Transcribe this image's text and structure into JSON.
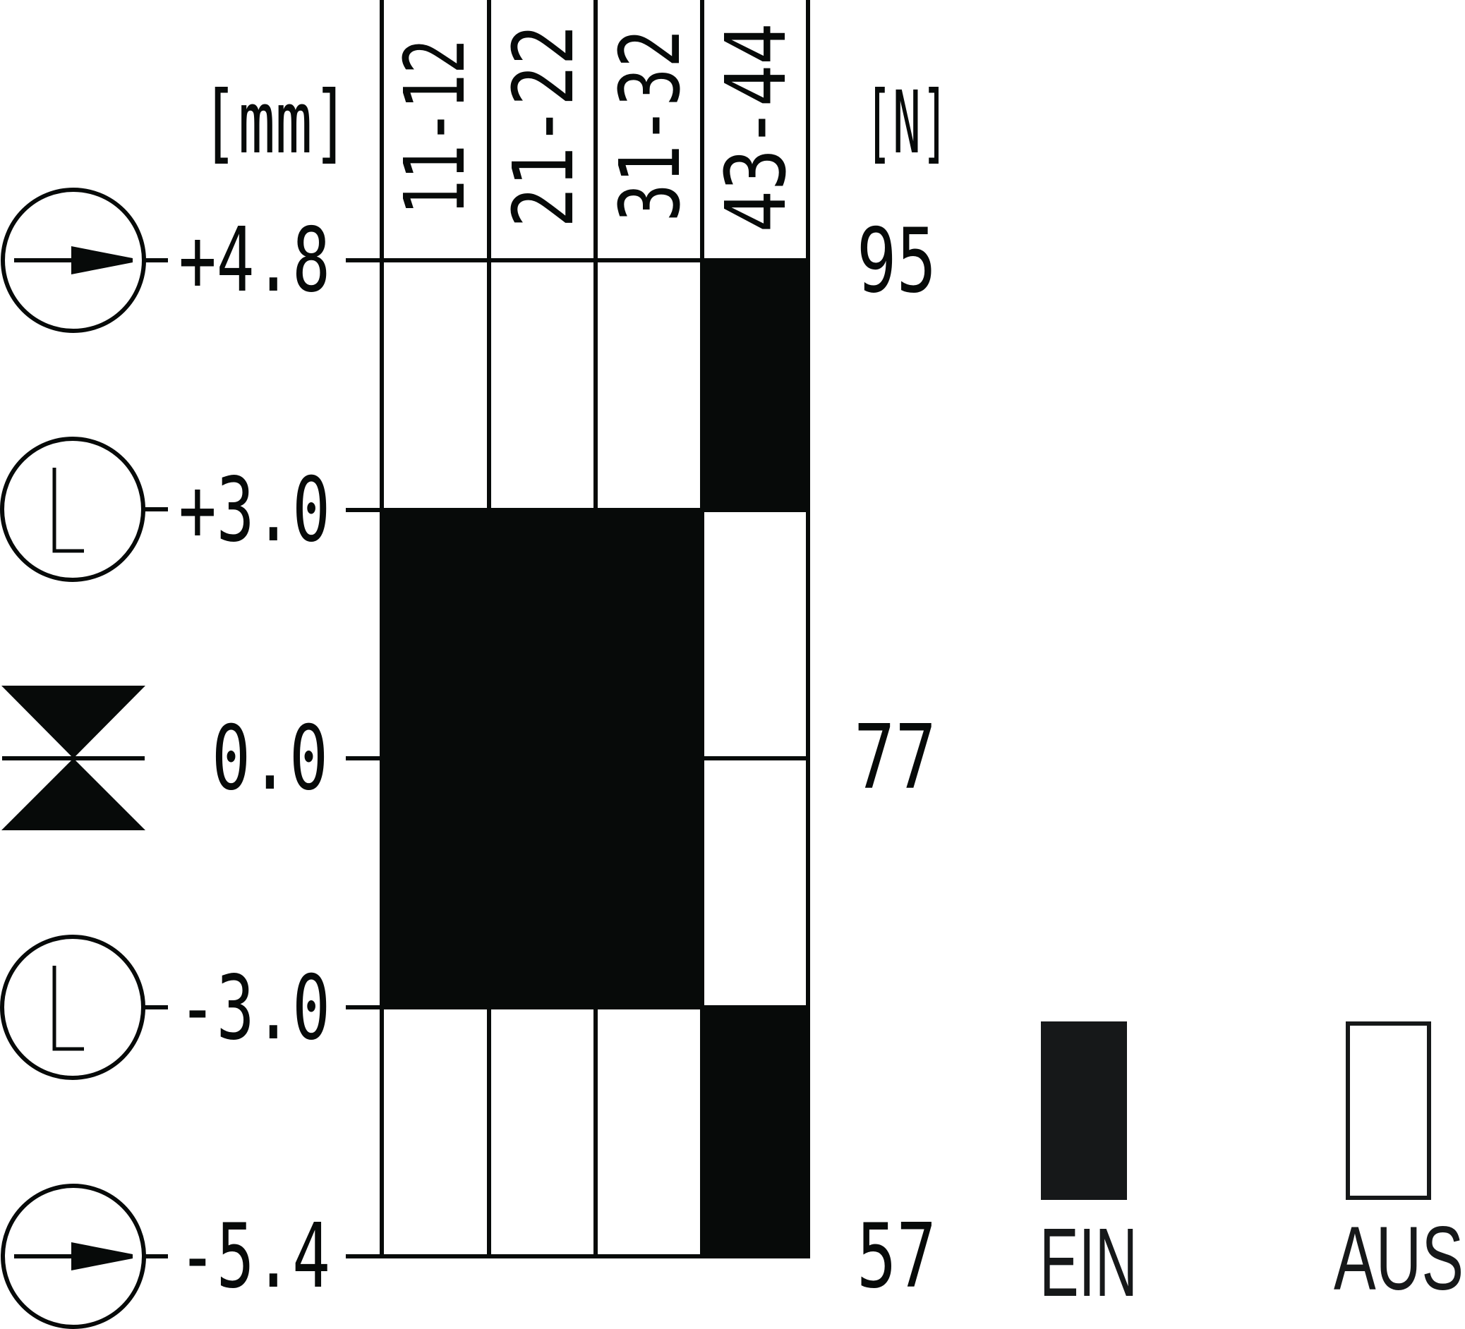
{
  "diagram": {
    "type": "switching-diagram",
    "units": {
      "travel": "[mm]",
      "force": "[N]"
    },
    "contacts": [
      {
        "label": "11-12"
      },
      {
        "label": "21-22"
      },
      {
        "label": "31-32"
      },
      {
        "label": "43-44"
      }
    ],
    "positions": [
      {
        "travel": "+4.8",
        "symbol": "arrow-circle-icon",
        "force": "95"
      },
      {
        "travel": "+3.0",
        "symbol": "latch-circle-icon",
        "force": ""
      },
      {
        "travel": "0.0",
        "symbol": "hourglass-icon",
        "force": "77"
      },
      {
        "travel": "-3.0",
        "symbol": "latch-circle-icon",
        "force": ""
      },
      {
        "travel": "-5.4",
        "symbol": "arrow-circle-icon",
        "force": "57"
      }
    ],
    "states": {
      "segments": [
        "+4.8..+3.0",
        "+3.0..0.0",
        "0.0..-3.0",
        "-3.0..-5.4"
      ],
      "11-12": [
        "AUS",
        "EIN",
        "EIN",
        "AUS"
      ],
      "21-22": [
        "AUS",
        "EIN",
        "EIN",
        "AUS"
      ],
      "31-32": [
        "AUS",
        "EIN",
        "EIN",
        "AUS"
      ],
      "43-44": [
        "EIN",
        "AUS",
        "AUS",
        "EIN"
      ]
    },
    "legend": {
      "on_label": "EIN",
      "off_label": "AUS"
    },
    "colors": {
      "ink": "#070a09",
      "legend_ink": "#161819",
      "background": "#ffffff"
    }
  }
}
